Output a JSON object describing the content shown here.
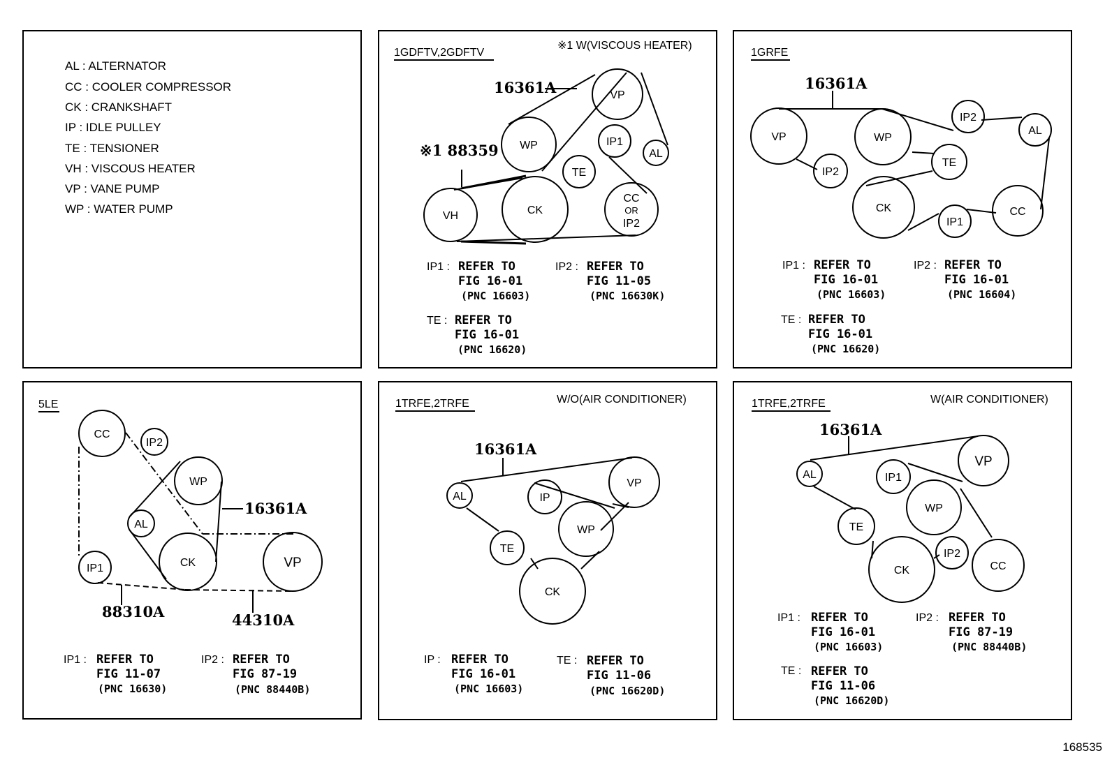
{
  "legend": {
    "items": [
      "AL : ALTERNATOR",
      "CC : COOLER COMPRESSOR",
      "CK : CRANKSHAFT",
      "IP : IDLE PULLEY",
      "TE : TENSIONER",
      "VH : VISCOUS HEATER",
      "VP : VANE PUMP",
      "WP : WATER PUMP"
    ]
  },
  "panels": {
    "gdftv": {
      "engine": "1GDFTV,2GDFTV",
      "condition": "※1 W(VISCOUS HEATER)",
      "part_belt": "16361A",
      "part_vh_belt": "※1 88359",
      "pulleys": {
        "vp": "VP",
        "wp": "WP",
        "ip1": "IP1",
        "al": "AL",
        "te": "TE",
        "vh": "VH",
        "ck": "CK",
        "cc1": "CC",
        "cc2": "OR",
        "cc3": "IP2"
      },
      "refs": {
        "ip1_key": "IP1 :",
        "ip1_l1": "REFER TO",
        "ip1_l2": "FIG 16-01",
        "ip1_l3": "(PNC 16603)",
        "ip2_key": "IP2 :",
        "ip2_l1": "REFER TO",
        "ip2_l2": "FIG 11-05",
        "ip2_l3": "(PNC 16630K)",
        "te_key": "TE :",
        "te_l1": "REFER TO",
        "te_l2": "FIG 16-01",
        "te_l3": "(PNC 16620)"
      }
    },
    "grfe": {
      "engine": "1GRFE",
      "part_belt": "16361A",
      "pulleys": {
        "vp": "VP",
        "wp": "WP",
        "ip2a": "IP2",
        "al": "AL",
        "ip2b": "IP2",
        "te": "TE",
        "ck": "CK",
        "ip1": "IP1",
        "cc": "CC"
      },
      "refs": {
        "ip1_key": "IP1 :",
        "ip1_l1": "REFER TO",
        "ip1_l2": "FIG 16-01",
        "ip1_l3": "(PNC 16603)",
        "ip2_key": "IP2 :",
        "ip2_l1": "REFER TO",
        "ip2_l2": "FIG 16-01",
        "ip2_l3": "(PNC 16604)",
        "te_key": "TE :",
        "te_l1": "REFER TO",
        "te_l2": "FIG 16-01",
        "te_l3": "(PNC 16620)"
      }
    },
    "le5": {
      "engine": "5LE",
      "part_belt": "16361A",
      "part_a": "88310A",
      "part_b": "44310A",
      "pulleys": {
        "cc": "CC",
        "ip2": "IP2",
        "wp": "WP",
        "al": "AL",
        "ck": "CK",
        "vp": "VP",
        "ip1": "IP1"
      },
      "refs": {
        "ip1_key": "IP1 :",
        "ip1_l1": "REFER TO",
        "ip1_l2": "FIG 11-07",
        "ip1_l3": "(PNC 16630)",
        "ip2_key": "IP2 :",
        "ip2_l1": "REFER TO",
        "ip2_l2": "FIG 87-19",
        "ip2_l3": "(PNC 88440B)"
      }
    },
    "trfe_wo": {
      "engine": "1TRFE,2TRFE",
      "condition": "W/O(AIR CONDITIONER)",
      "part_belt": "16361A",
      "pulleys": {
        "al": "AL",
        "ip": "IP",
        "vp": "VP",
        "wp": "WP",
        "te": "TE",
        "ck": "CK"
      },
      "refs": {
        "ip_key": "IP :",
        "ip_l1": "REFER TO",
        "ip_l2": "FIG 16-01",
        "ip_l3": "(PNC 16603)",
        "te_key": "TE :",
        "te_l1": "REFER TO",
        "te_l2": "FIG 11-06",
        "te_l3": "(PNC 16620D)"
      }
    },
    "trfe_w": {
      "engine": "1TRFE,2TRFE",
      "condition": "W(AIR CONDITIONER)",
      "part_belt": "16361A",
      "pulleys": {
        "al": "AL",
        "ip1": "IP1",
        "vp": "VP",
        "wp": "WP",
        "te": "TE",
        "ck": "CK",
        "ip2": "IP2",
        "cc": "CC"
      },
      "refs": {
        "ip1_key": "IP1 :",
        "ip1_l1": "REFER TO",
        "ip1_l2": "FIG 16-01",
        "ip1_l3": "(PNC 16603)",
        "ip2_key": "IP2 :",
        "ip2_l1": "REFER TO",
        "ip2_l2": "FIG 87-19",
        "ip2_l3": "(PNC 88440B)",
        "te_key": "TE :",
        "te_l1": "REFER TO",
        "te_l2": "FIG 11-06",
        "te_l3": "(PNC 16620D)"
      }
    }
  },
  "figure_number": "168535"
}
